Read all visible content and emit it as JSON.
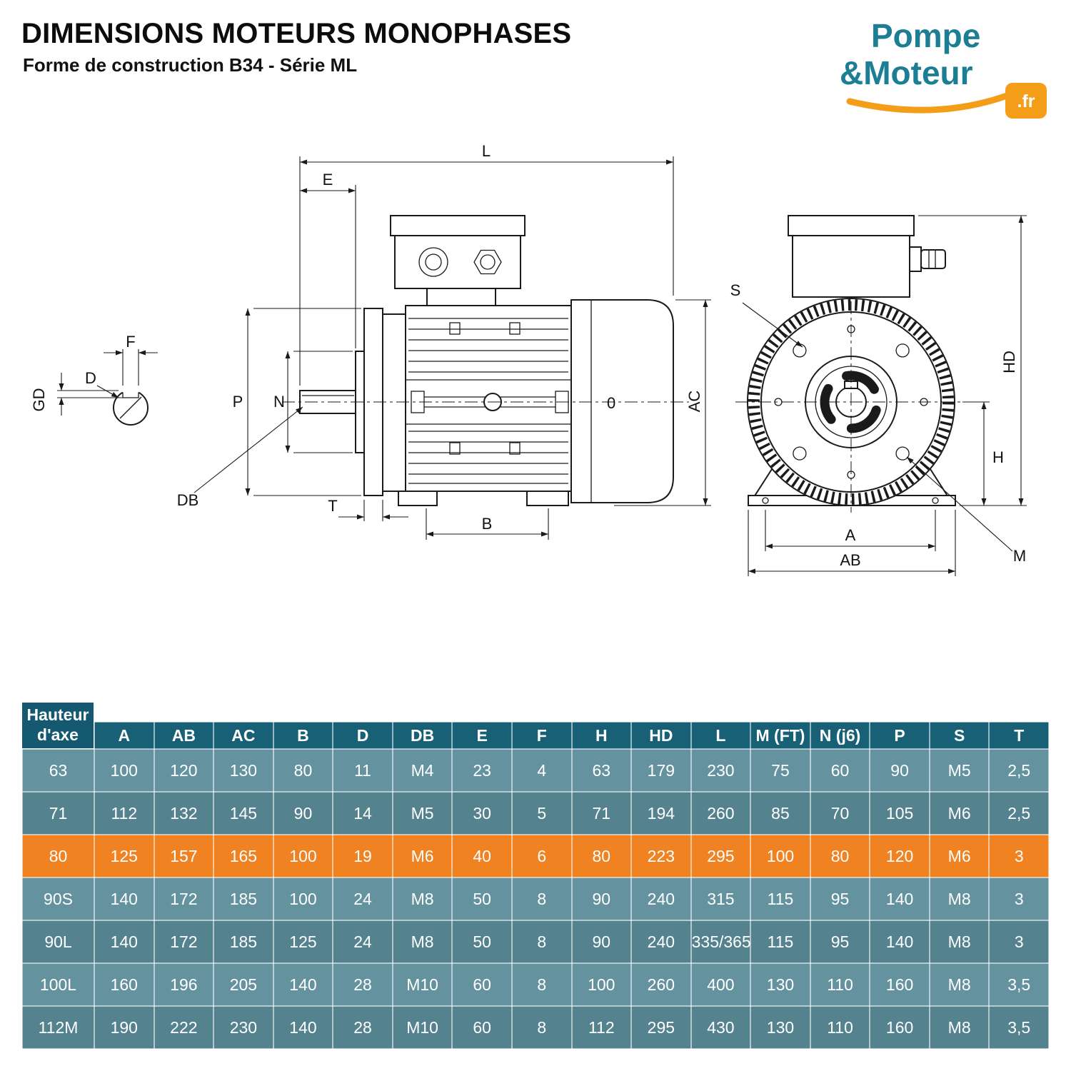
{
  "colors": {
    "teal": "#1b7e95",
    "orange": "#f49d18",
    "table_header_bg": "#176076",
    "table_axis_bg": "#14596f",
    "row_light": "#64939f",
    "row_dark": "#54828e",
    "row_highlight": "#f08222",
    "table_text": "#ffffff",
    "drawing_ink": "#1a1a1a"
  },
  "header": {
    "title": "DIMENSIONS MOTEURS MONOPHASES",
    "subtitle": "Forme de construction B34 - Série ML"
  },
  "logo": {
    "word1": "Pompe",
    "word2": "&Moteur",
    "tld": ".fr"
  },
  "diagram": {
    "labels": {
      "l": "L",
      "e": "E",
      "p": "P",
      "n": "N",
      "db": "DB",
      "t": "T",
      "b": "B",
      "o": "0",
      "ac": "AC",
      "s": "S",
      "hd": "HD",
      "h": "H",
      "a": "A",
      "ab": "AB",
      "m": "M",
      "f": "F",
      "d": "D",
      "gd": "GD"
    }
  },
  "table": {
    "axis_header_lines": [
      "Hauteur",
      "d'axe"
    ],
    "columns": [
      "A",
      "AB",
      "AC",
      "B",
      "D",
      "DB",
      "E",
      "F",
      "H",
      "HD",
      "L",
      "M (FT)",
      "N (j6)",
      "P",
      "S",
      "T"
    ],
    "rows": [
      {
        "label": "63",
        "highlight": false,
        "values": [
          "100",
          "120",
          "130",
          "80",
          "11",
          "M4",
          "23",
          "4",
          "63",
          "179",
          "230",
          "75",
          "60",
          "90",
          "M5",
          "2,5"
        ]
      },
      {
        "label": "71",
        "highlight": false,
        "values": [
          "112",
          "132",
          "145",
          "90",
          "14",
          "M5",
          "30",
          "5",
          "71",
          "194",
          "260",
          "85",
          "70",
          "105",
          "M6",
          "2,5"
        ]
      },
      {
        "label": "80",
        "highlight": true,
        "values": [
          "125",
          "157",
          "165",
          "100",
          "19",
          "M6",
          "40",
          "6",
          "80",
          "223",
          "295",
          "100",
          "80",
          "120",
          "M6",
          "3"
        ]
      },
      {
        "label": "90S",
        "highlight": false,
        "values": [
          "140",
          "172",
          "185",
          "100",
          "24",
          "M8",
          "50",
          "8",
          "90",
          "240",
          "315",
          "115",
          "95",
          "140",
          "M8",
          "3"
        ]
      },
      {
        "label": "90L",
        "highlight": false,
        "values": [
          "140",
          "172",
          "185",
          "125",
          "24",
          "M8",
          "50",
          "8",
          "90",
          "240",
          "335/365",
          "115",
          "95",
          "140",
          "M8",
          "3"
        ]
      },
      {
        "label": "100L",
        "highlight": false,
        "values": [
          "160",
          "196",
          "205",
          "140",
          "28",
          "M10",
          "60",
          "8",
          "100",
          "260",
          "400",
          "130",
          "110",
          "160",
          "M8",
          "3,5"
        ]
      },
      {
        "label": "112M",
        "highlight": false,
        "values": [
          "190",
          "222",
          "230",
          "140",
          "28",
          "M10",
          "60",
          "8",
          "112",
          "295",
          "430",
          "130",
          "110",
          "160",
          "M8",
          "3,5"
        ]
      }
    ]
  }
}
